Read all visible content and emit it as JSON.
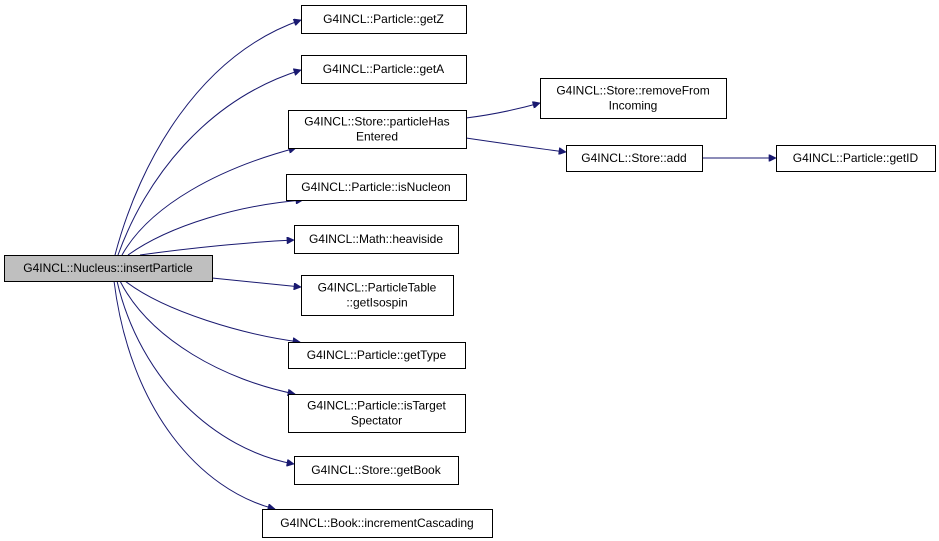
{
  "colors": {
    "edge": "#191970",
    "root_fill": "#bfbfbf",
    "node_fill": "#ffffff",
    "border": "#000000"
  },
  "nodes": [
    {
      "id": "insertParticle",
      "lines": [
        "G4INCL::Nucleus::insertParticle"
      ],
      "root": true
    },
    {
      "id": "getZ",
      "lines": [
        "G4INCL::Particle::getZ"
      ]
    },
    {
      "id": "getA",
      "lines": [
        "G4INCL::Particle::getA"
      ]
    },
    {
      "id": "particleHasEntered",
      "lines": [
        "G4INCL::Store::particleHas",
        "Entered"
      ]
    },
    {
      "id": "isNucleon",
      "lines": [
        "G4INCL::Particle::isNucleon"
      ]
    },
    {
      "id": "heaviside",
      "lines": [
        "G4INCL::Math::heaviside"
      ]
    },
    {
      "id": "getIsospin",
      "lines": [
        "G4INCL::ParticleTable",
        "::getIsospin"
      ]
    },
    {
      "id": "getType",
      "lines": [
        "G4INCL::Particle::getType"
      ]
    },
    {
      "id": "isTargetSpectator",
      "lines": [
        "G4INCL::Particle::isTarget",
        "Spectator"
      ]
    },
    {
      "id": "getBook",
      "lines": [
        "G4INCL::Store::getBook"
      ]
    },
    {
      "id": "incrementCascading",
      "lines": [
        "G4INCL::Book::incrementCascading"
      ]
    },
    {
      "id": "removeFromIncoming",
      "lines": [
        "G4INCL::Store::removeFrom",
        "Incoming"
      ]
    },
    {
      "id": "storeAdd",
      "lines": [
        "G4INCL::Store::add"
      ]
    },
    {
      "id": "getID",
      "lines": [
        "G4INCL::Particle::getID"
      ]
    }
  ],
  "edges": [
    {
      "from": "insertParticle",
      "to": "getZ"
    },
    {
      "from": "insertParticle",
      "to": "getA"
    },
    {
      "from": "insertParticle",
      "to": "particleHasEntered"
    },
    {
      "from": "insertParticle",
      "to": "isNucleon"
    },
    {
      "from": "insertParticle",
      "to": "heaviside"
    },
    {
      "from": "insertParticle",
      "to": "getIsospin"
    },
    {
      "from": "insertParticle",
      "to": "getType"
    },
    {
      "from": "insertParticle",
      "to": "isTargetSpectator"
    },
    {
      "from": "insertParticle",
      "to": "getBook"
    },
    {
      "from": "insertParticle",
      "to": "incrementCascading"
    },
    {
      "from": "particleHasEntered",
      "to": "removeFromIncoming"
    },
    {
      "from": "particleHasEntered",
      "to": "storeAdd"
    },
    {
      "from": "storeAdd",
      "to": "getID"
    }
  ]
}
